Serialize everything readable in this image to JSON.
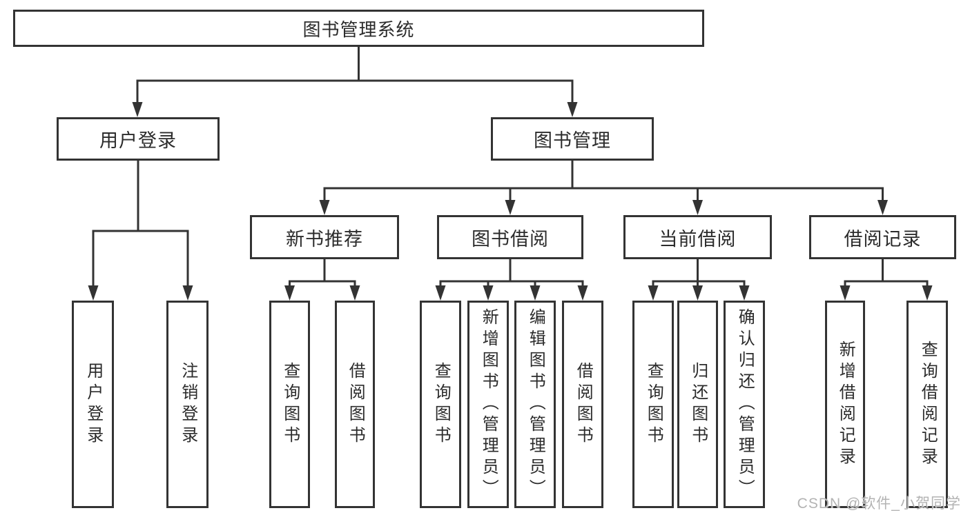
{
  "diagram": {
    "type": "tree",
    "root": {
      "label": "图书管理系统",
      "children": [
        {
          "label": "用户登录",
          "children": [
            "用户登录",
            "注销登录"
          ]
        },
        {
          "label": "图书管理",
          "children": [
            {
              "label": "新书推荐",
              "children": [
                "查询图书",
                "借阅图书"
              ]
            },
            {
              "label": "图书借阅",
              "children": [
                "查询图书",
                "新增图书（管理员）",
                "编辑图书（管理员）",
                "借阅图书"
              ]
            },
            {
              "label": "当前借阅",
              "children": [
                "查询图书",
                "归还图书",
                "确认归还（管理员）"
              ]
            },
            {
              "label": "借阅记录",
              "children": [
                "新增借阅记录",
                "查询借阅记录"
              ]
            }
          ]
        }
      ]
    },
    "colors": {
      "line": "#333333",
      "text": "#2b2b2b",
      "background": "#ffffff",
      "watermark": "#b3b3b3"
    }
  },
  "watermark": "CSDN @软件_小贺同学"
}
